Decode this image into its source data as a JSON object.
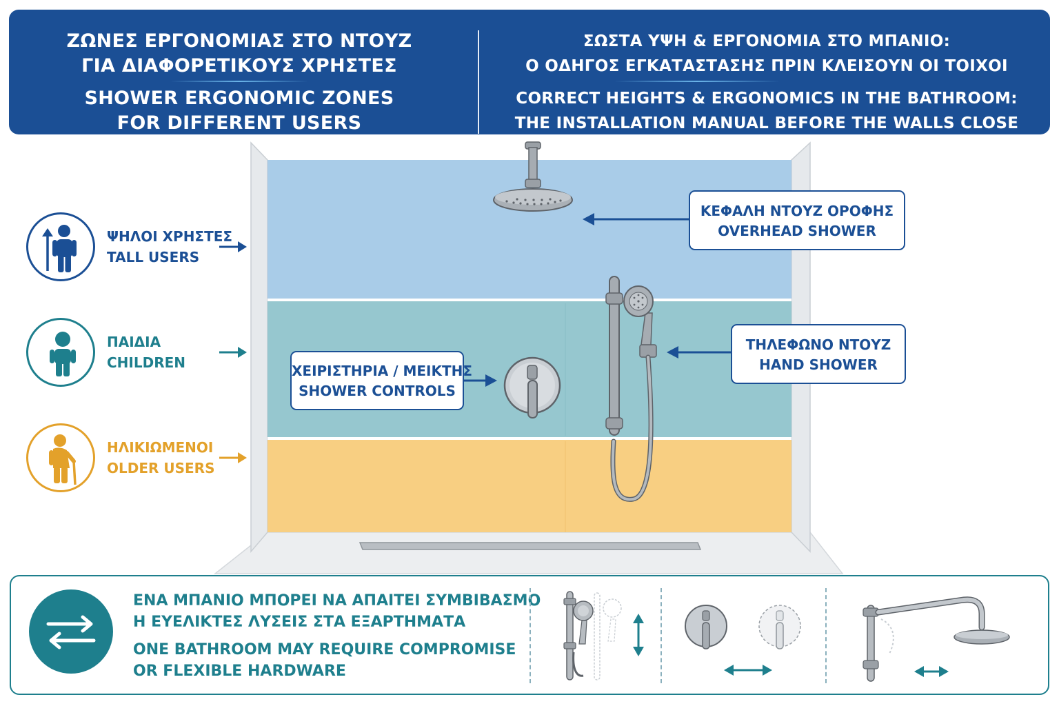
{
  "header": {
    "left": {
      "greek_line1": "ΖΩΝΕΣ ΕΡΓΟΝΟΜΙΑΣ ΣΤΟ ΝΤΟΥΖ",
      "greek_line2": "ΓΙΑ ΔΙΑΦΟΡΕΤΙΚΟΥΣ ΧΡΗΣΤΕΣ",
      "english_line1": "SHOWER ERGONOMIC ZONES",
      "english_line2": "FOR DIFFERENT USERS"
    },
    "right": {
      "greek_line1": "ΣΩΣΤΑ ΥΨΗ & ΕΡΓΟΝΟΜΙΑ ΣΤΟ ΜΠΑΝΙΟ:",
      "greek_line2": "Ο ΟΔΗΓΟΣ ΕΓΚΑΤΑΣΤΑΣΗΣ ΠΡΙΝ ΚΛΕΙΣΟΥΝ ΟΙ ΤΟΙΧΟΙ",
      "english_line1": "CORRECT HEIGHTS & ERGONOMICS IN THE BATHROOM:",
      "english_line2": "THE INSTALLATION MANUAL BEFORE THE WALLS CLOSE"
    }
  },
  "users": [
    {
      "greek": "ΨΗΛΟΙ ΧΡΗΣΤΕΣ",
      "english": "TALL USERS",
      "icon": "tall-user-icon",
      "color": "#1b4f95"
    },
    {
      "greek": "ΠΑΙΔΙΑ",
      "english": "CHILDREN",
      "icon": "child-icon",
      "color": "#1e7f8d"
    },
    {
      "greek": "ΗΛΙΚΙΩΜΕΝΟΙ",
      "english": "OLDER USERS",
      "icon": "older-user-icon",
      "color": "#e3a12a"
    }
  ],
  "zones": {
    "top_color": "#a9cce8",
    "middle_color": "#96c7cf",
    "bottom_color": "#f8cf82"
  },
  "callouts": {
    "overhead": {
      "greek": "ΚΕΦΑΛΗ ΝΤΟΥΖ ΟΡΟΦΗΣ",
      "english": "OVERHEAD SHOWER"
    },
    "hand": {
      "greek": "ΤΗΛΕΦΩΝΟ ΝΤΟΥΖ",
      "english": "HAND SHOWER"
    },
    "controls": {
      "greek": "ΧΕΙΡΙΣΤΗΡΙΑ / ΜΕΙΚΤΗΣ",
      "english": "SHOWER CONTROLS"
    }
  },
  "bottom": {
    "greek_line1": "ΕΝΑ ΜΠΑΝΙΟ ΜΠΟΡΕΙ ΝΑ ΑΠΑΙΤΕΙ ΣΥΜΒΙΒΑΣΜΟ",
    "greek_line2": "Η ΕΥΕΛΙΚΤΕΣ ΛΥΣΕΙΣ ΣΤΑ ΕΞΑΡΤΗΜΑΤΑ",
    "english_line1": "ONE BATHROOM MAY REQUIRE COMPROMISE",
    "english_line2": "OR FLEXIBLE HARDWARE",
    "icon": "swap-arrows-icon",
    "examples": [
      "adjustable-slide-bar-icon",
      "repositionable-mixer-icon",
      "adjustable-shower-arm-icon"
    ]
  },
  "colors": {
    "brand_blue": "#1b4f95",
    "teal": "#1e7f8d",
    "amber": "#e3a12a"
  }
}
